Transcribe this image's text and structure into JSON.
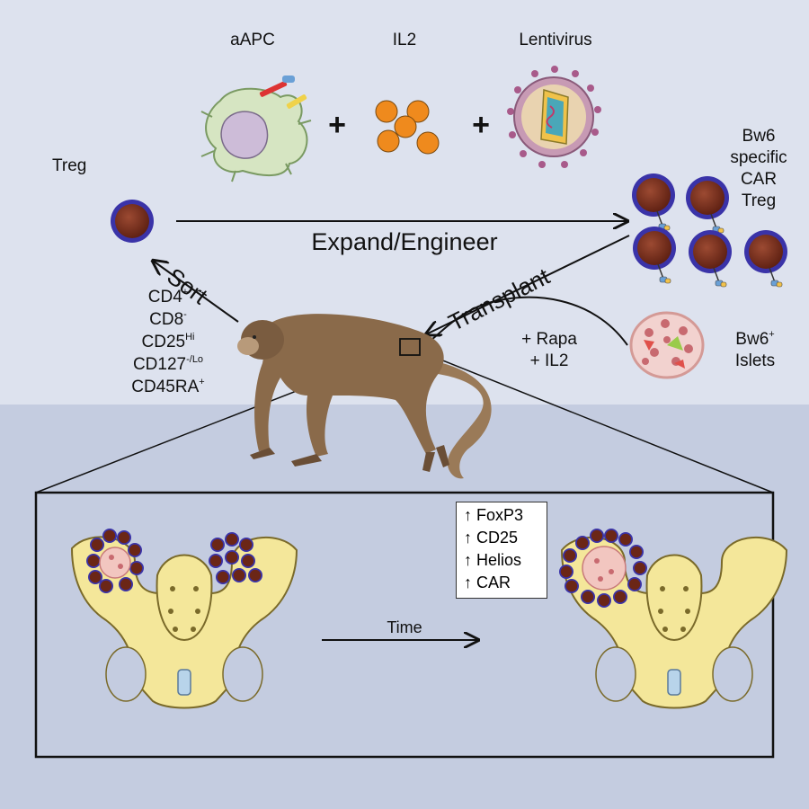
{
  "labels": {
    "aapc": "aAPC",
    "il2": "IL2",
    "lentivirus": "Lentivirus",
    "plus": "+",
    "treg": "Treg",
    "expand": "Expand/Engineer",
    "sort": "Sort",
    "transplant": "Transplant",
    "car_treg": [
      "Bw6",
      "specific",
      "CAR",
      "Treg"
    ],
    "rapa": "+ Rapa",
    "rapa_il2": "+ IL2",
    "islets_line1": "Bw6",
    "islets_sup": "+",
    "islets_line2": "Islets",
    "time": "Time"
  },
  "markers": [
    {
      "base": "CD4",
      "sup": "+"
    },
    {
      "base": "CD8",
      "sup": "-"
    },
    {
      "base": "CD25",
      "sup": "Hi"
    },
    {
      "base": "CD127",
      "sup": "-/Lo"
    },
    {
      "base": "CD45RA",
      "sup": "+"
    }
  ],
  "upregulated": [
    "↑ FoxP3",
    "↑ CD25",
    "↑ Helios",
    "↑ CAR"
  ],
  "colors": {
    "bg_upper": "#dde2ee",
    "bg_lower": "#c4cce0",
    "cell_core": "#7a2f1e",
    "cell_rim": "#3a33a8",
    "il2": "#ef8a1d",
    "bone": "#f4e79a",
    "monkey": "#8a6a4a"
  }
}
